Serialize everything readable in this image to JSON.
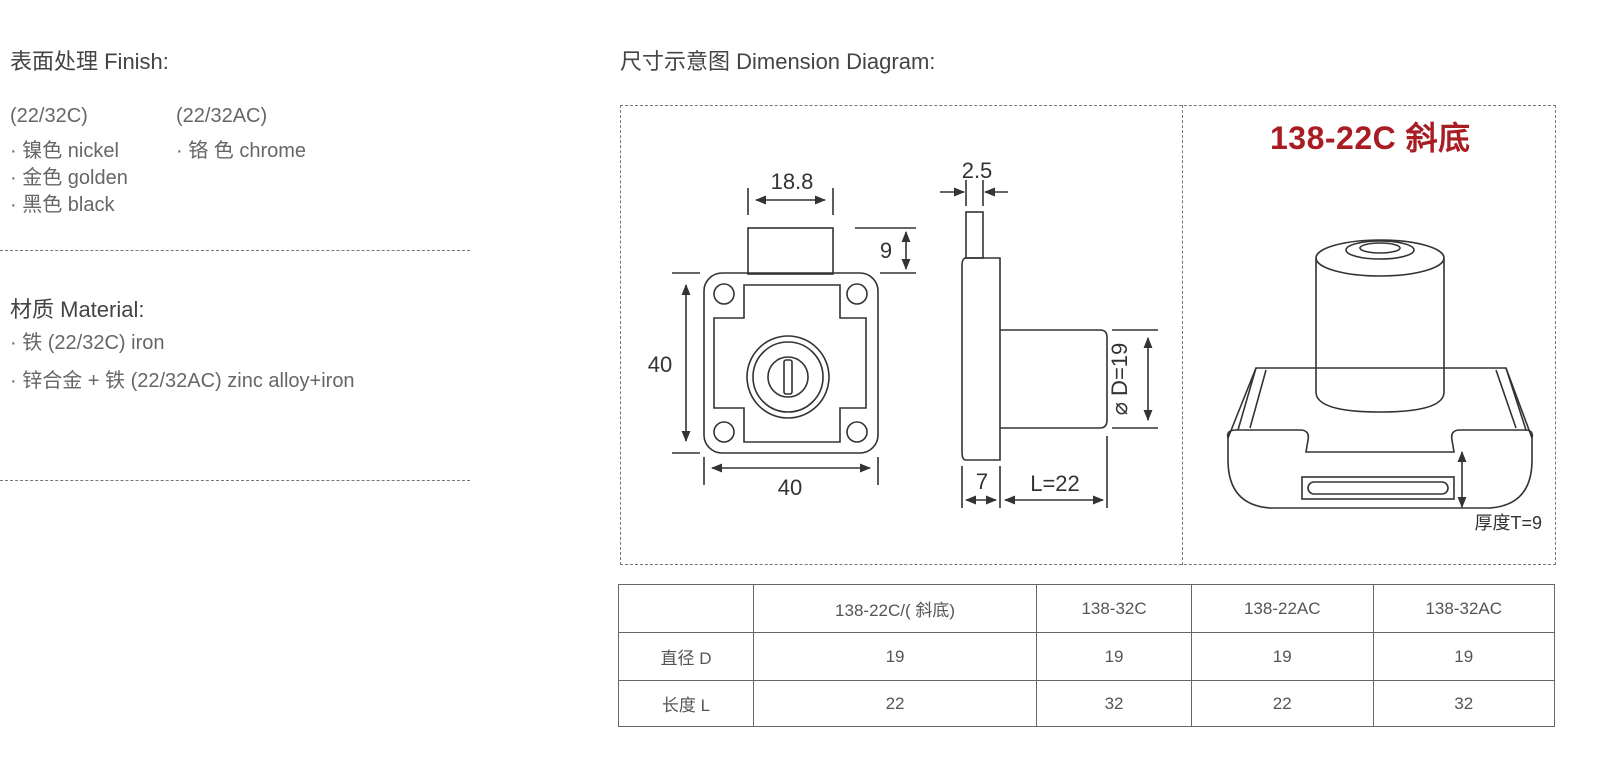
{
  "finish": {
    "heading": "表面处理 Finish:",
    "col1_code": "(22/32C)",
    "col1_items": [
      "· 镍色 nickel",
      "· 金色 golden",
      "· 黑色 black"
    ],
    "col2_code": "(22/32AC)",
    "col2_items": [
      "· 铬 色 chrome"
    ]
  },
  "material": {
    "heading": "材质 Material:",
    "items": [
      "· 铁 (22/32C) iron",
      "· 锌合金 + 铁 (22/32AC) zinc alloy+iron"
    ]
  },
  "diagram": {
    "heading": "尺寸示意图 Dimension Diagram:",
    "product_title": "138-22C 斜底",
    "dims": {
      "top_width": "18.8",
      "top_height": "9",
      "body_height": "40",
      "body_width": "40",
      "plate_thickness": "2.5",
      "diameter": "⌀ D=19",
      "flange": "7",
      "length": "L=22",
      "thickness": "厚度T=9"
    }
  },
  "spec_table": {
    "headers": [
      "",
      "138-22C/( 斜底)",
      "138-32C",
      "138-22AC",
      "138-32AC"
    ],
    "rows": [
      {
        "label": "直径 D",
        "values": [
          "19",
          "19",
          "19",
          "19"
        ]
      },
      {
        "label": "长度 L",
        "values": [
          "22",
          "32",
          "22",
          "32"
        ]
      }
    ]
  }
}
